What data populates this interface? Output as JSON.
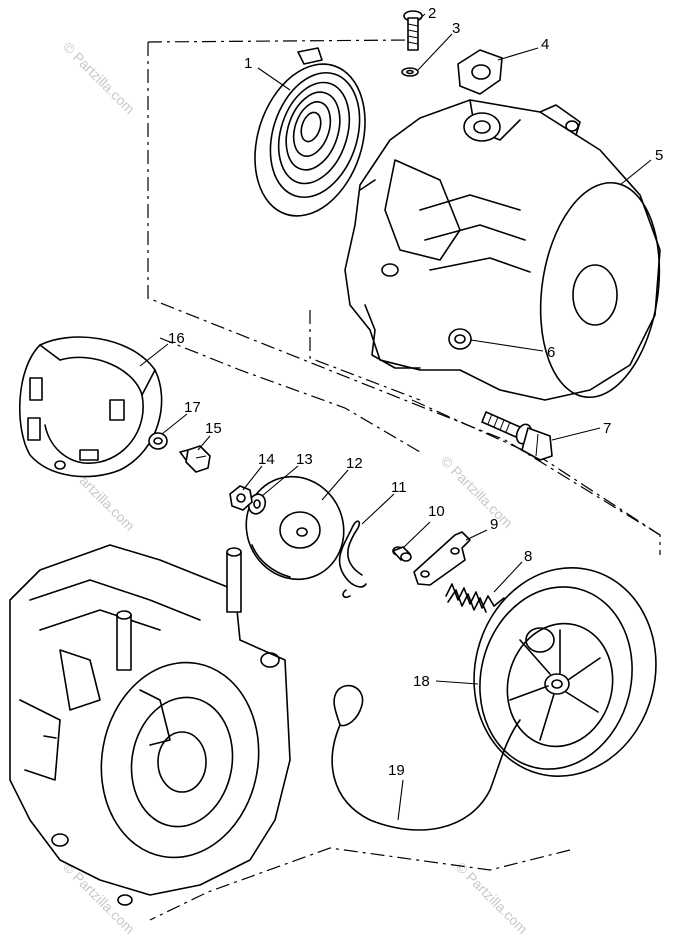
{
  "watermark": {
    "text": "© Partzilla.com"
  },
  "callouts": [
    {
      "id": "1",
      "text": "1"
    },
    {
      "id": "2",
      "text": "2"
    },
    {
      "id": "3",
      "text": "3"
    },
    {
      "id": "4",
      "text": "4"
    },
    {
      "id": "5",
      "text": "5"
    },
    {
      "id": "6",
      "text": "6"
    },
    {
      "id": "7",
      "text": "7"
    },
    {
      "id": "8",
      "text": "8"
    },
    {
      "id": "9",
      "text": "9"
    },
    {
      "id": "10",
      "text": "10"
    },
    {
      "id": "11",
      "text": "11"
    },
    {
      "id": "12",
      "text": "12"
    },
    {
      "id": "13",
      "text": "13"
    },
    {
      "id": "14",
      "text": "14"
    },
    {
      "id": "15",
      "text": "15"
    },
    {
      "id": "16",
      "text": "16"
    },
    {
      "id": "17",
      "text": "17"
    },
    {
      "id": "18",
      "text": "18"
    },
    {
      "id": "19",
      "text": "19"
    }
  ]
}
